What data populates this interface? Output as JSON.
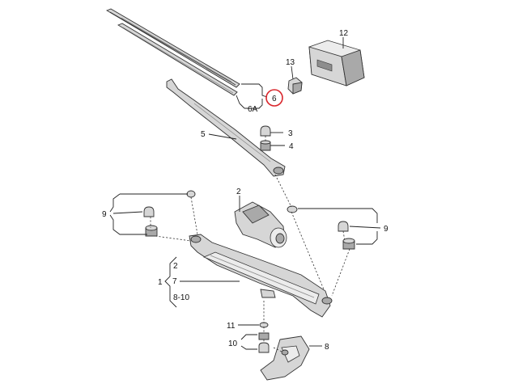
{
  "callouts": {
    "c12": "12",
    "c13": "13",
    "c6": "6",
    "c6a": "6A",
    "c5": "5",
    "c3": "3",
    "c4": "4",
    "c2": "2",
    "c9_left": "9",
    "c9_right": "9",
    "c1": "1",
    "c1_sub2": "2",
    "c1_sub7": "7",
    "c1_sub810": "8-10",
    "c11": "11",
    "c10": "10",
    "c8": "8"
  },
  "highlight_color": "#d9262c"
}
